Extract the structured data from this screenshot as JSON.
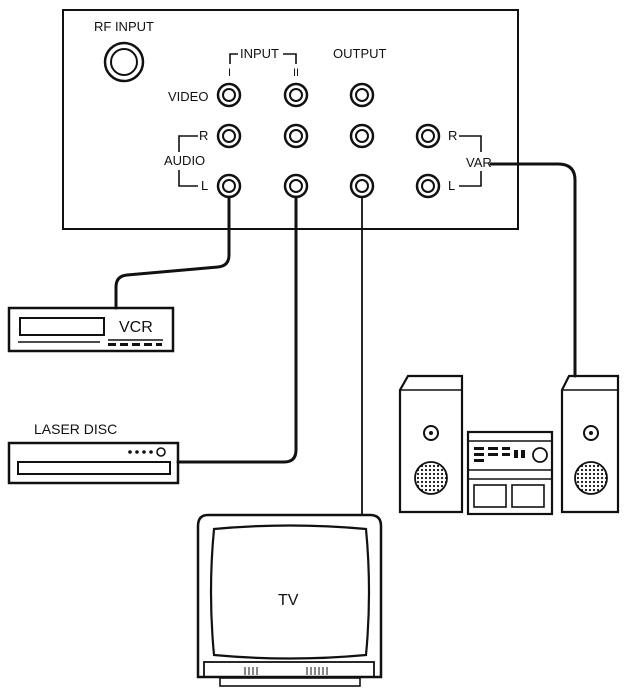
{
  "panel": {
    "rf_input_label": "RF INPUT",
    "input_group_label": "INPUT",
    "input_i_label": "I",
    "input_ii_label": "II",
    "output_label": "OUTPUT",
    "video_label": "VIDEO",
    "audio_label": "AUDIO",
    "audio_r_label": "R",
    "audio_l_label": "L",
    "var_label": "VAR",
    "var_r_label": "R",
    "var_l_label": "L"
  },
  "devices": {
    "vcr_label": "VCR",
    "laser_disc_label": "LASER DISC",
    "tv_label": "TV"
  },
  "colors": {
    "ink": "#111111",
    "background": "#ffffff"
  }
}
